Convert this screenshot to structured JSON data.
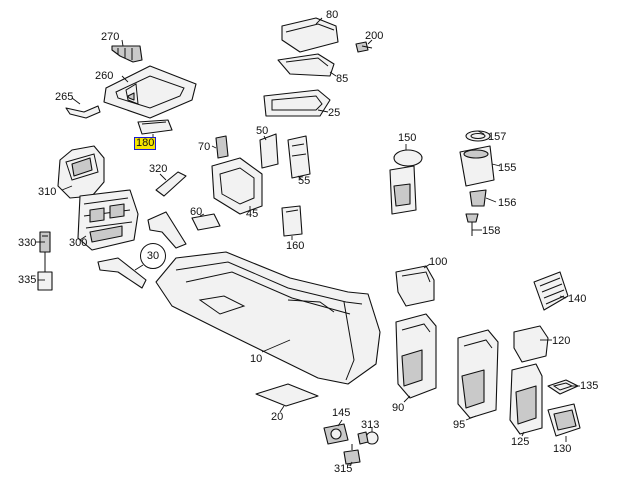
{
  "diagram": {
    "highlighted_part": "180",
    "labels": {
      "p10": "10",
      "p20": "20",
      "p25": "25",
      "p30": "30",
      "p45": "45",
      "p50": "50",
      "p55": "55",
      "p60": "60",
      "p70": "70",
      "p80": "80",
      "p85": "85",
      "p90": "90",
      "p95": "95",
      "p100": "100",
      "p120": "120",
      "p125": "125",
      "p130": "130",
      "p135": "135",
      "p140": "140",
      "p145": "145",
      "p150": "150",
      "p155": "155",
      "p156": "156",
      "p157": "157",
      "p158": "158",
      "p160": "160",
      "p180": "180",
      "p200": "200",
      "p260": "260",
      "p265": "265",
      "p270": "270",
      "p300": "300",
      "p310": "310",
      "p313": "313",
      "p315": "315",
      "p320": "320",
      "p330": "330",
      "p335": "335"
    }
  }
}
